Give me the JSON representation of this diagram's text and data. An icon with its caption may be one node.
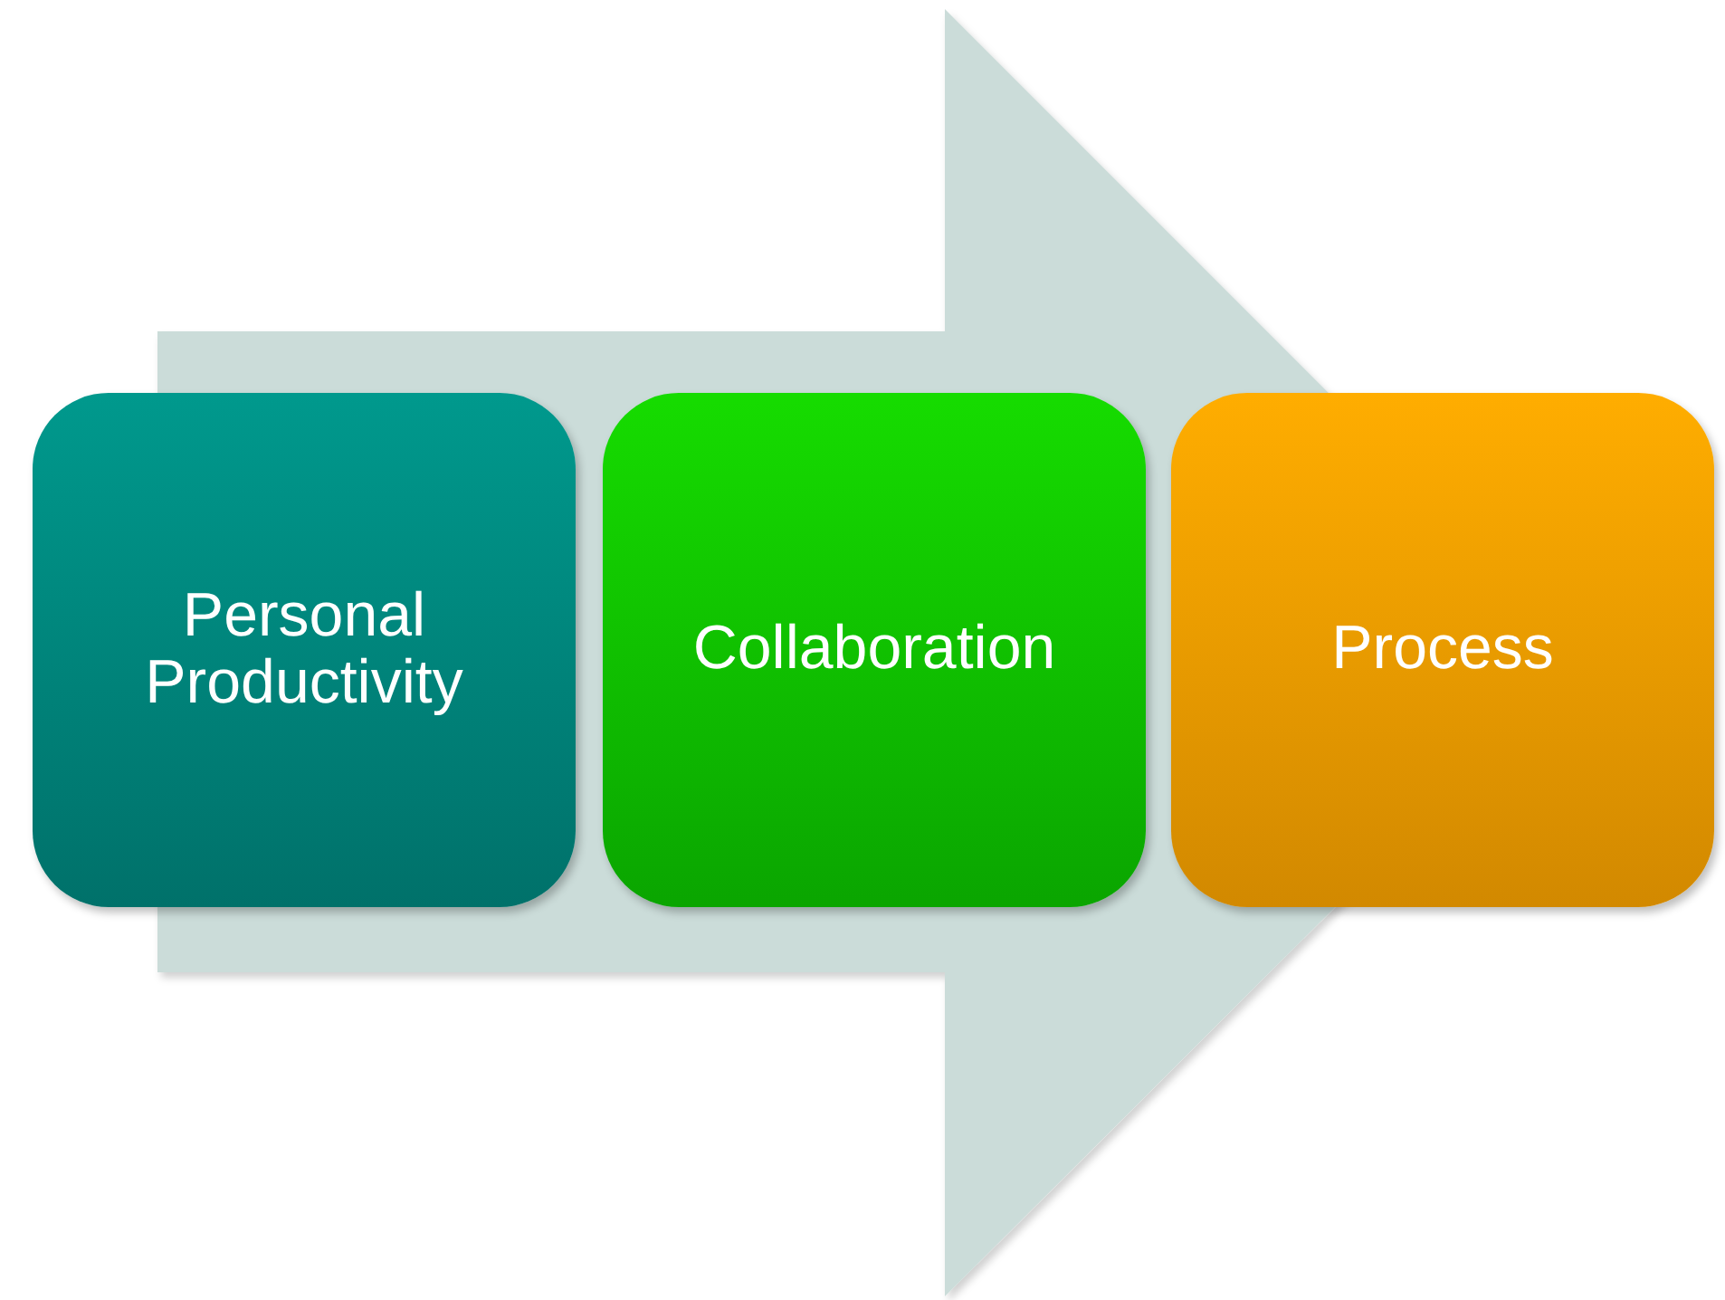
{
  "diagram": {
    "nodes": [
      {
        "text": [
          "Personal Productivity"
        ]
      },
      {
        "text": [
          "Collaboration"
        ]
      },
      {
        "text": [
          "Process"
        ]
      }
    ],
    "edges": [
      {
        "from": 0,
        "to": 2,
        "arrow": "to"
      }
    ]
  }
}
